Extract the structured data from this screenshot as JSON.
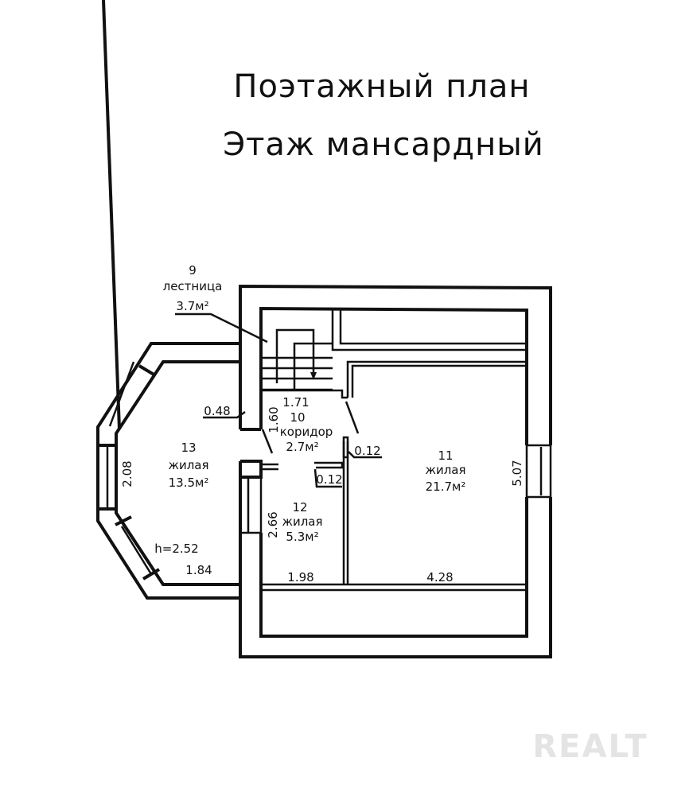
{
  "title": {
    "line1": "Поэтажный план",
    "line2": "Этаж мансардный"
  },
  "rooms": [
    {
      "number": "9",
      "name": "лестница",
      "area": "3.7м²"
    },
    {
      "number": "10",
      "name": "коридор",
      "area": "2.7м²"
    },
    {
      "number": "11",
      "name": "жилая",
      "area": "21.7м²"
    },
    {
      "number": "12",
      "name": "жилая",
      "area": "5.3м²"
    },
    {
      "number": "13",
      "name": "жилая",
      "area": "13.5м²"
    }
  ],
  "dimensions": {
    "d048": "0.48",
    "d171": "1.71",
    "d160": "1.60",
    "d012a": "0.12",
    "d012b": "0.12",
    "d208": "2.08",
    "d266": "2.66",
    "d507": "5.07",
    "d184": "1.84",
    "d198": "1.98",
    "d428": "4.28",
    "height": "h=2.52"
  },
  "watermark": "REALT"
}
